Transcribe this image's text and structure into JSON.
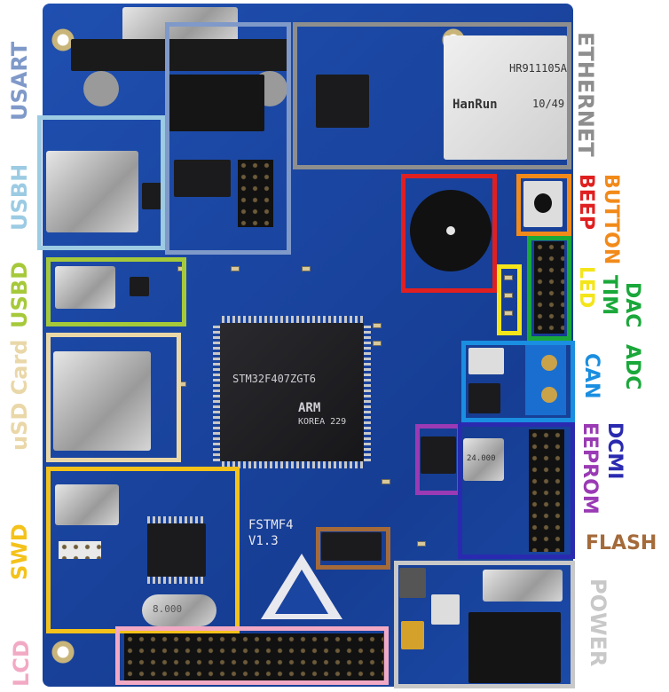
{
  "image": {
    "description_text": {
      "silkscreen": "FSTMF4",
      "version": "V1.3",
      "mcu_markings": "STM32F407ZGT6",
      "mcu_logo": "ARM",
      "mcu_code": "KOREA 229",
      "ethernet_jack_brand": "HanRun",
      "ethernet_jack_part": "HR911105A",
      "ethernet_jack_date": "10/49",
      "crystal_text": "8.000",
      "small_crystal_text": "24.000"
    },
    "annotations": [
      {
        "id": "usart",
        "label": "USART",
        "color": "#7f99c9"
      },
      {
        "id": "usbh",
        "label": "USBH",
        "color": "#9ccbe3"
      },
      {
        "id": "usbd",
        "label": "USBD",
        "color": "#a6c93a"
      },
      {
        "id": "usd",
        "label": "uSD Card",
        "color": "#ead7a8"
      },
      {
        "id": "swd",
        "label": "SWD",
        "color": "#f4c21a"
      },
      {
        "id": "lcd",
        "label": "LCD",
        "color": "#f2a9c4"
      },
      {
        "id": "ethernet",
        "label": "ETHERNET",
        "color": "#8e8e8e"
      },
      {
        "id": "button",
        "label": "BUTTON",
        "color": "#f28a1a"
      },
      {
        "id": "beep",
        "label": "BEEP",
        "color": "#e02020"
      },
      {
        "id": "led",
        "label": "LED",
        "color": "#f4e51a"
      },
      {
        "id": "tim",
        "label": "TIM",
        "color": "#1aa83a"
      },
      {
        "id": "dac",
        "label": "DAC",
        "color": "#1aa83a"
      },
      {
        "id": "adc",
        "label": "ADC",
        "color": "#1aa83a"
      },
      {
        "id": "can",
        "label": "CAN",
        "color": "#1a8ee0"
      },
      {
        "id": "dcmi",
        "label": "DCMI",
        "color": "#2a2ab0"
      },
      {
        "id": "eeprom",
        "label": "EEPROM",
        "color": "#9a3ab4"
      },
      {
        "id": "flash",
        "label": "FLASH",
        "color": "#a46a3a"
      },
      {
        "id": "power",
        "label": "POWER",
        "color": "#c8c8c8"
      }
    ]
  }
}
